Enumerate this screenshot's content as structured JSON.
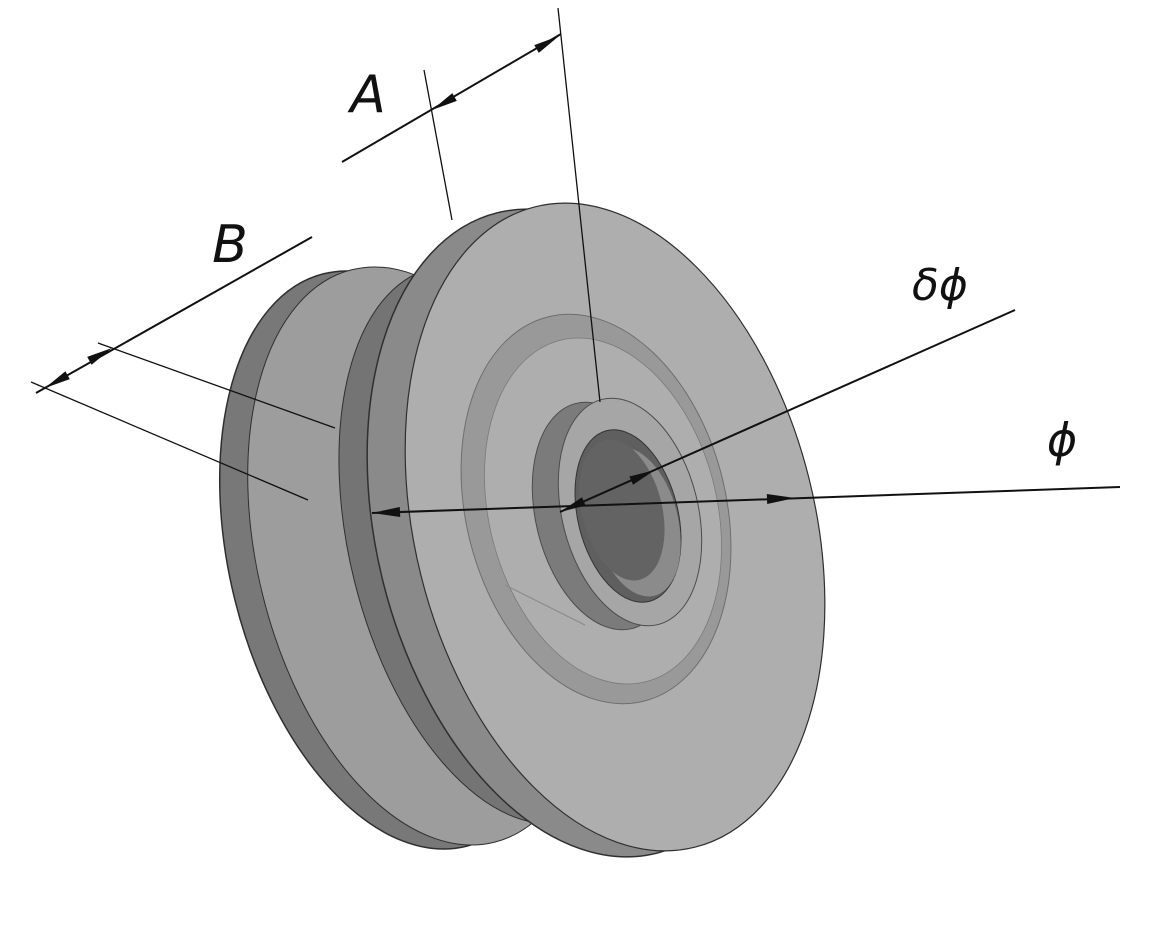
{
  "diagram": {
    "type": "isometric-technical-drawing",
    "labels": {
      "dim_a": "A",
      "dim_b": "B",
      "dim_bore": "δϕ",
      "dim_outer": "ϕ"
    },
    "colors": {
      "background": "#ffffff",
      "line": "#111111",
      "body_face": "#aeaeae",
      "body_rim": "#8a8a8a",
      "body_rim_dark": "#787878",
      "body_back": "#9d9d9d",
      "groove": "#747474",
      "ring": "#999999",
      "hub_side": "#7b7b7b",
      "hub_face": "#a6a6a6",
      "bore_dark": "#5f5f5f",
      "bore_wall": "#8b8b8b",
      "bore_deep": "#636363"
    }
  }
}
